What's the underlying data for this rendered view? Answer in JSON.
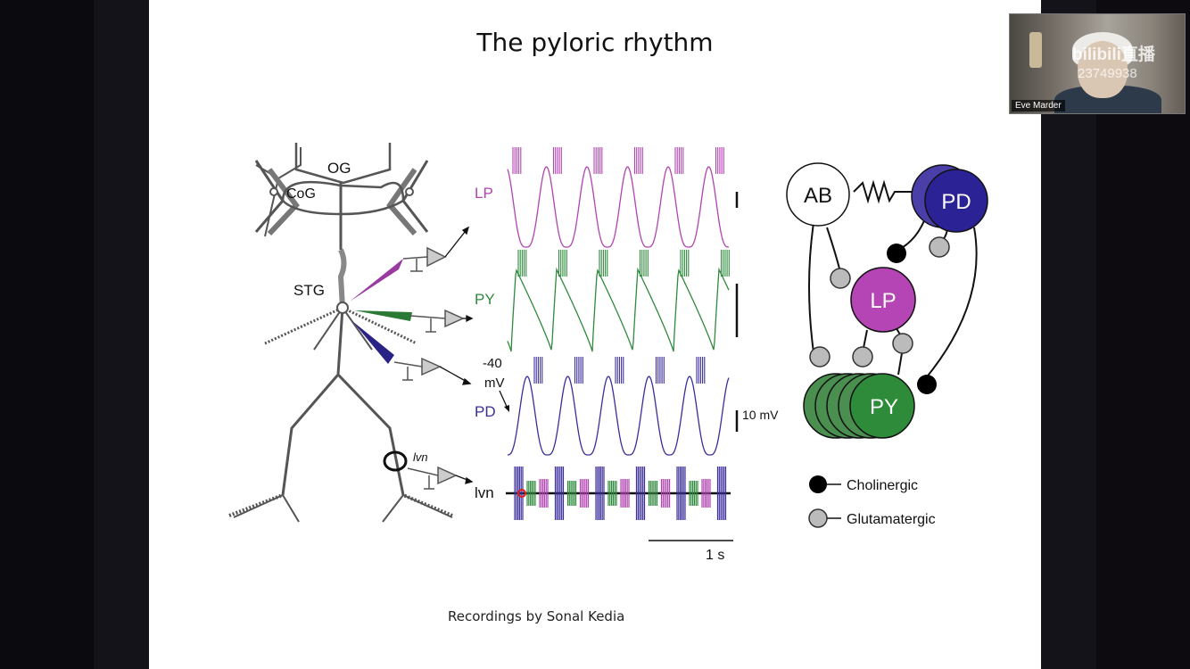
{
  "slide": {
    "title": "The pyloric rhythm",
    "credit": "Recordings by Sonal Kedia"
  },
  "anatomy": {
    "labels": {
      "og": "OG",
      "cog": "CoG",
      "stg": "STG",
      "lvn": "lvn"
    }
  },
  "recordings": {
    "traces": [
      {
        "label": "LP",
        "color": "#b044b0"
      },
      {
        "label": "PY",
        "color": "#2f8a3e"
      },
      {
        "label": "PD",
        "color": "#3a2e9a"
      }
    ],
    "nerve_label": "lvn",
    "voltage_ref": "-40",
    "voltage_unit": "mV",
    "scale_v": "10 mV",
    "scale_t": "1 s"
  },
  "circuit": {
    "neurons": {
      "ab": "AB",
      "pd": "PD",
      "lp": "LP",
      "py": "PY"
    },
    "colors": {
      "pd": "#2b2296",
      "lp": "#b545b5",
      "py": "#2e8b3a",
      "ab": "#ffffff"
    },
    "legend": [
      {
        "label": "Cholinergic",
        "color": "#000000"
      },
      {
        "label": "Glutamatergic",
        "color": "#bbbbbb"
      }
    ]
  },
  "video": {
    "participant": "Eve Marder",
    "watermark": "bilibili直播",
    "watermark_id": "23749938"
  }
}
